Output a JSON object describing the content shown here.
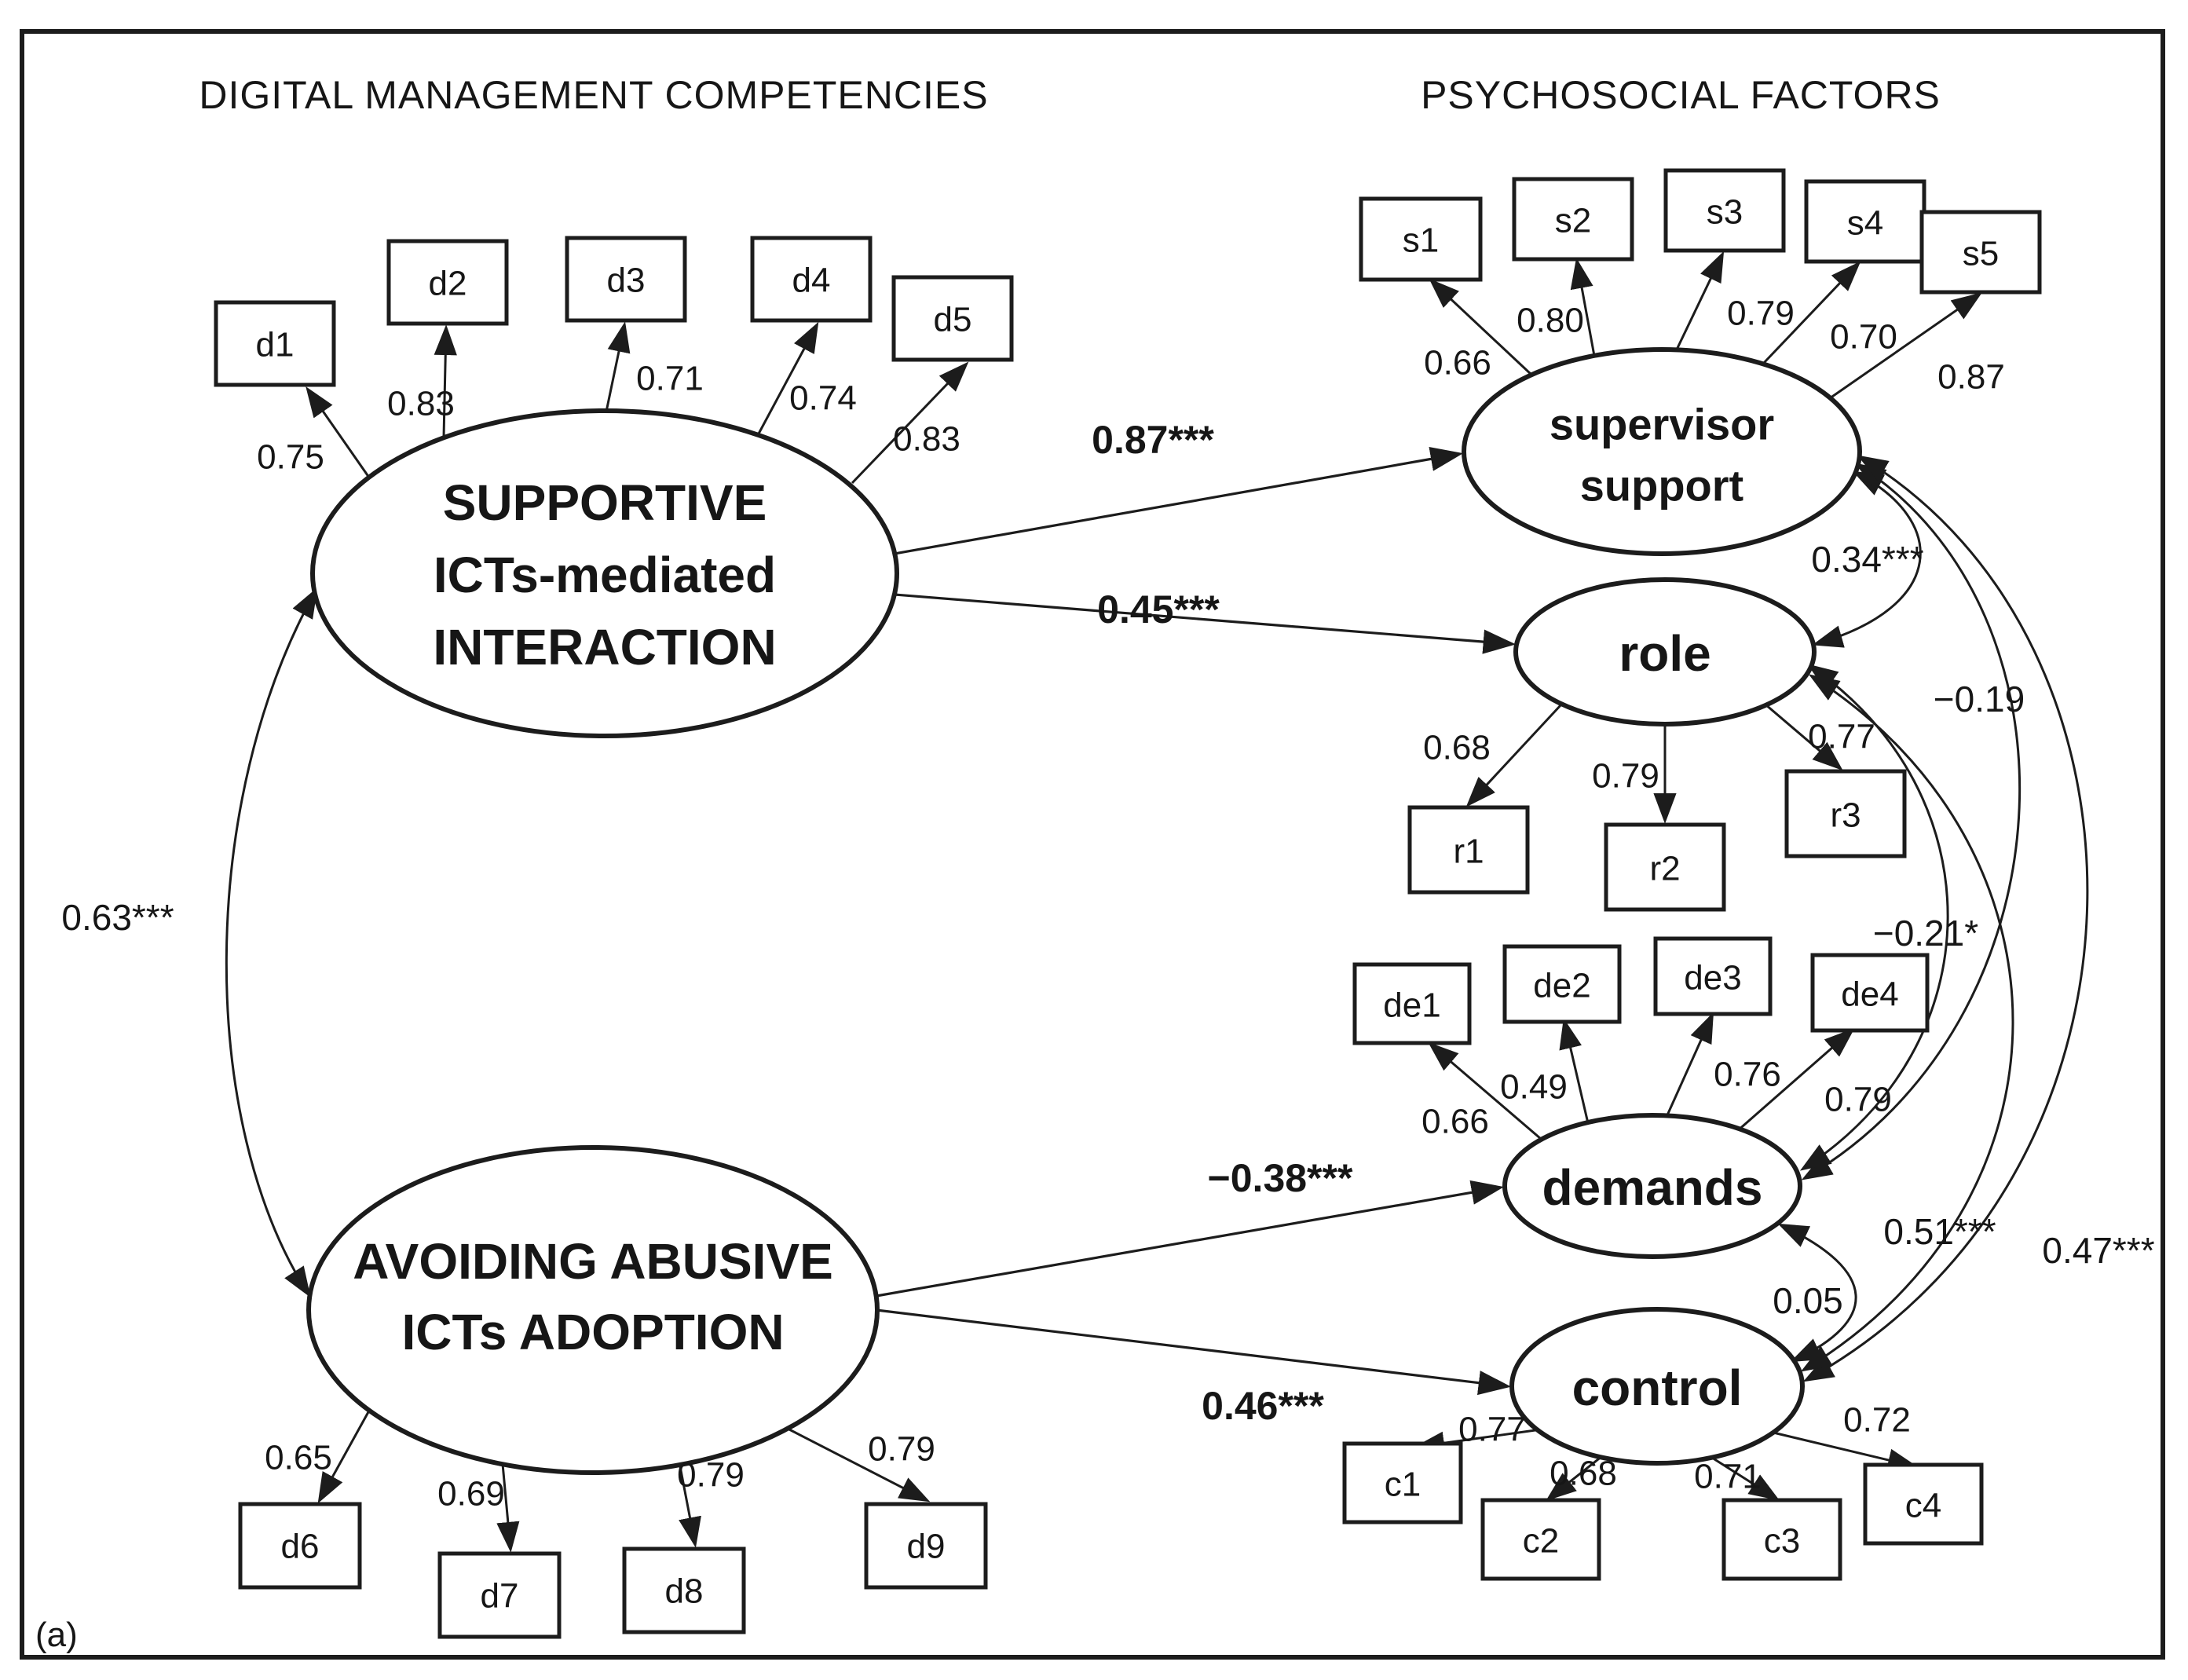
{
  "figure": {
    "panel_label": "(a)",
    "left_title": "DIGITAL MANAGEMENT COMPETENCIES",
    "right_title": "PSYCHOSOCIAL FACTORS",
    "colors": {
      "ink": "#1c1c1c",
      "background": "#ffffff"
    }
  },
  "latents": {
    "supportive": {
      "lines": [
        "SUPPORTIVE",
        "ICTs-mediated",
        "INTERACTION"
      ]
    },
    "avoiding": {
      "lines": [
        "AVOIDING ABUSIVE",
        "ICTs ADOPTION"
      ]
    },
    "supervisor": {
      "lines": [
        "supervisor",
        "support"
      ]
    },
    "role": {
      "label": "role"
    },
    "demands": {
      "label": "demands"
    },
    "control": {
      "label": "control"
    }
  },
  "indicators": {
    "d1": {
      "label": "d1",
      "loading": "0.75"
    },
    "d2": {
      "label": "d2",
      "loading": "0.83"
    },
    "d3": {
      "label": "d3",
      "loading": "0.71"
    },
    "d4": {
      "label": "d4",
      "loading": "0.74"
    },
    "d5": {
      "label": "d5",
      "loading": "0.83"
    },
    "d6": {
      "label": "d6",
      "loading": "0.65"
    },
    "d7": {
      "label": "d7",
      "loading": "0.69"
    },
    "d8": {
      "label": "d8",
      "loading": "0.79"
    },
    "d9": {
      "label": "d9",
      "loading": "0.79"
    },
    "s1": {
      "label": "s1",
      "loading": "0.66"
    },
    "s2": {
      "label": "s2",
      "loading": "0.80"
    },
    "s3": {
      "label": "s3",
      "loading": "0.79"
    },
    "s4": {
      "label": "s4",
      "loading": "0.70"
    },
    "s5": {
      "label": "s5",
      "loading": "0.87"
    },
    "r1": {
      "label": "r1",
      "loading": "0.68"
    },
    "r2": {
      "label": "r2",
      "loading": "0.79"
    },
    "r3": {
      "label": "r3",
      "loading": "0.77"
    },
    "de1": {
      "label": "de1",
      "loading": "0.66"
    },
    "de2": {
      "label": "de2",
      "loading": "0.49"
    },
    "de3": {
      "label": "de3",
      "loading": "0.76"
    },
    "de4": {
      "label": "de4",
      "loading": "0.79"
    },
    "c1": {
      "label": "c1",
      "loading": "0.77"
    },
    "c2": {
      "label": "c2",
      "loading": "0.68"
    },
    "c3": {
      "label": "c3",
      "loading": "0.71"
    },
    "c4": {
      "label": "c4",
      "loading": "0.72"
    }
  },
  "paths": {
    "supportive_supervisor": {
      "coef": "0.87***"
    },
    "supportive_role": {
      "coef": "0.45***"
    },
    "avoiding_demands": {
      "coef": "−0.38***"
    },
    "avoiding_control": {
      "coef": "0.46***"
    }
  },
  "covariances": {
    "supportive_avoiding": {
      "value": "0.63***"
    },
    "supervisor_role": {
      "value": "0.34***"
    },
    "supervisor_demands": {
      "value": "−0.19"
    },
    "supervisor_control": {
      "value": "0.47***"
    },
    "role_demands": {
      "value": "−0.21*"
    },
    "role_control": {
      "value": "0.51***"
    },
    "demands_control": {
      "value": "0.05"
    }
  }
}
